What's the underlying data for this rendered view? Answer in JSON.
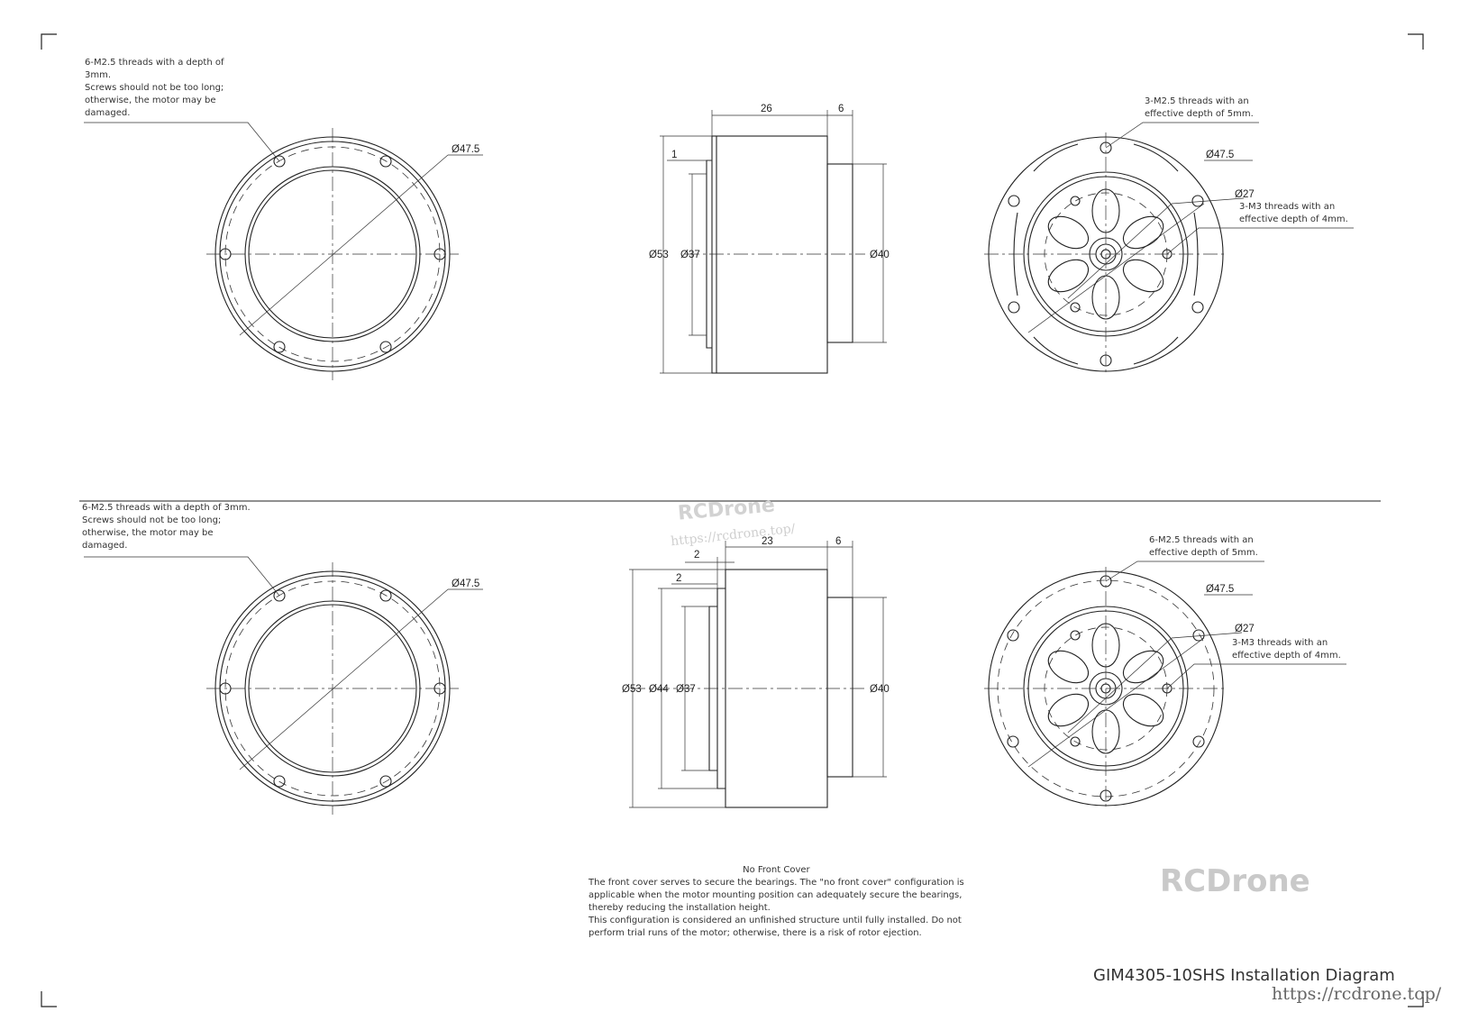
{
  "notes": {
    "top_left": [
      "6-M2.5 threads with a depth of",
      "3mm.",
      "Screws should not be too long;",
      "otherwise, the motor may be",
      "damaged."
    ],
    "top_right_a": [
      "3-M2.5 threads with an",
      "effective depth of 5mm."
    ],
    "top_right_b": [
      "3-M3 threads with an",
      "effective depth of 4mm."
    ],
    "bottom_left": [
      "6-M2.5 threads with a depth of 3mm.",
      "Screws should not be too long;",
      "otherwise, the motor may be",
      "damaged."
    ],
    "bottom_right_a": [
      "6-M2.5 threads with an",
      "effective depth of 5mm."
    ],
    "bottom_right_b": [
      "3-M3 threads with an",
      "effective depth of 4mm."
    ],
    "no_front_cover_title": "No Front Cover",
    "no_front_cover": [
      "The front cover serves to secure the bearings. The \"no front cover\" configuration is",
      "applicable when the motor mounting position can adequately secure the bearings,",
      "thereby reducing the installation height.",
      "This configuration is considered an unfinished structure until fully installed. Do not",
      "perform trial runs of the motor; otherwise, there is a risk of rotor ejection."
    ]
  },
  "dimensions": {
    "top_left_dia": "Ø47.5",
    "top_mid_len": "26",
    "top_mid_shaft": "6",
    "top_mid_step": "1",
    "top_mid_d53": "Ø53",
    "top_mid_d37": "Ø37",
    "top_mid_d40": "Ø40",
    "top_right_d475": "Ø47.5",
    "top_right_d27": "Ø27",
    "bottom_left_dia": "Ø47.5",
    "bottom_mid_len": "23",
    "bottom_mid_shaft": "6",
    "bottom_mid_step_a": "2",
    "bottom_mid_step_b": "2",
    "bottom_mid_d53": "Ø53",
    "bottom_mid_d44": "Ø44",
    "bottom_mid_d37": "Ø37",
    "bottom_mid_d40": "Ø40",
    "bottom_right_d475": "Ø47.5",
    "bottom_right_d27": "Ø27"
  },
  "title": "GIM4305-10SHS Installation Diagram",
  "watermarks": {
    "center_brand": "RCDrone",
    "center_url": "https://rcdrone.top/",
    "corner_brand": "RCDrone",
    "corner_url": "https://rcdrone.top/"
  }
}
